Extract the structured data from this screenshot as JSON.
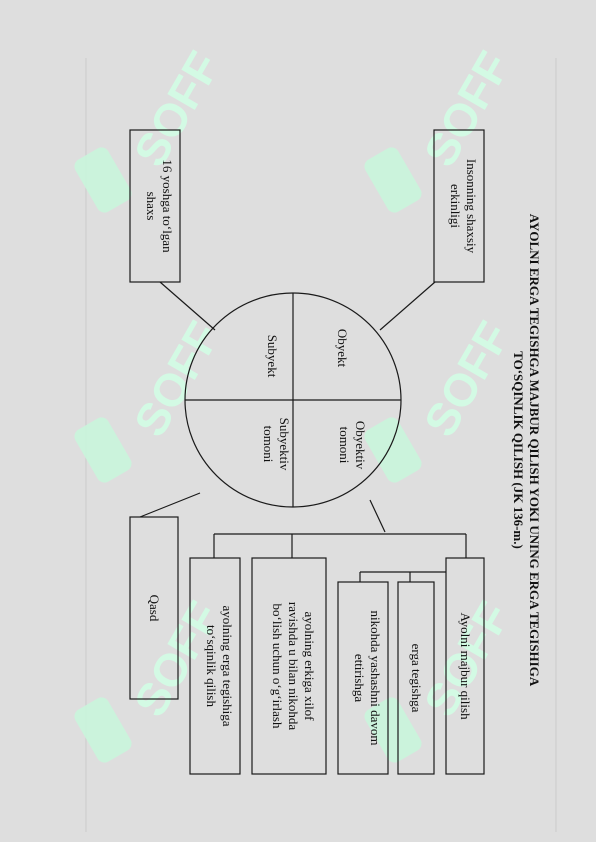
{
  "title": {
    "line1": "AYOLNI ERGA TEGISHGA MAJBUR QILISH YOKI UNING ERGA TEGISHIGA",
    "line2": "TO‘SQINLIK QILISH (JK 136-m.)"
  },
  "circle": {
    "obyekt": "Obyekt",
    "obyektiv_line1": "Obyektiv",
    "obyektiv_line2": "tomoni",
    "subyekt": "Subyekt",
    "subyektiv_line1": "Subyektiv",
    "subyektiv_line2": "tomoni"
  },
  "boxes": {
    "shaxsiy": [
      "Insonning shaxsiy",
      "erkinligi"
    ],
    "yosh": [
      "16 yoshga to‘lgan",
      "shaxs"
    ],
    "majbur": [
      "Ayolni majbur qilish"
    ],
    "erga_tegishga": [
      "erga tegishga"
    ],
    "nikohda": [
      "nikohda yashashni davom",
      "ettirishga"
    ],
    "erkiga_xilof": [
      "ayolning erkiga xilof",
      "ravishda u bilan nikohda",
      "bo‘lish uchun o‘g‘irlash"
    ],
    "toskinlik": [
      "ayolning erga tegishiga",
      "to‘sqinlik qilish"
    ],
    "qasd": [
      "Qasd"
    ]
  },
  "watermark": {
    "text": "SOFF",
    "color": "#c8f7dc"
  }
}
